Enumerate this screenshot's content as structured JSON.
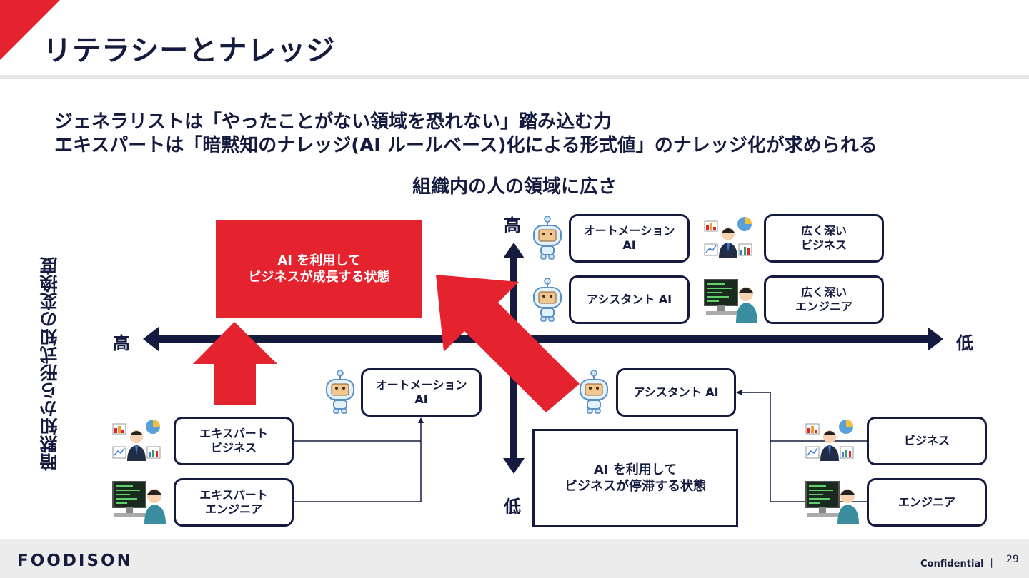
{
  "slide": {
    "title": "リテラシーとナレッジ",
    "lead_line_1": "ジェネラリストは「やったことがない領域を恐れない」踏み込む力",
    "lead_line_2": "エキスパートは「暗黙知のナレッジ(AI ルールベース)化による形式値」のナレッジ化が求められる"
  },
  "axes": {
    "horizontal_label": "組織内の人の領域に広さ",
    "vertical_label": "暗黙知から形式知の変換度",
    "top_high": "高",
    "bottom_low": "低",
    "left_high": "高",
    "right_low": "低"
  },
  "states": {
    "growth_line_1": "AI を利用して",
    "growth_line_2": "ビジネスが成長する状態",
    "stagnation_line_1": "AI を利用して",
    "stagnation_line_2": "ビジネスが停滞する状態"
  },
  "boxes": {
    "tr_automation_1": "オートメーション",
    "tr_automation_2": "AI",
    "tr_assistant": "アシスタント AI",
    "tr_wide_business_1": "広く深い",
    "tr_wide_business_2": "ビジネス",
    "tr_wide_engineer_1": "広く深い",
    "tr_wide_engineer_2": "エンジニア",
    "bl_automation_1": "オートメーション",
    "bl_automation_2": "AI",
    "bl_expert_business_1": "エキスパート",
    "bl_expert_business_2": "ビジネス",
    "bl_expert_engineer_1": "エキスパート",
    "bl_expert_engineer_2": "エンジニア",
    "br_assistant": "アシスタント AI",
    "br_business": "ビジネス",
    "br_engineer": "エンジニア"
  },
  "colors": {
    "navy": "#141b3f",
    "red": "#e4232e",
    "footer_bg": "#ececec"
  },
  "footer": {
    "logo": "FOODISON",
    "confidential": "Confidential ｜",
    "page_number": "29"
  },
  "icons": [
    "robot-icon",
    "business-person-icon",
    "engineer-at-computer-icon"
  ]
}
